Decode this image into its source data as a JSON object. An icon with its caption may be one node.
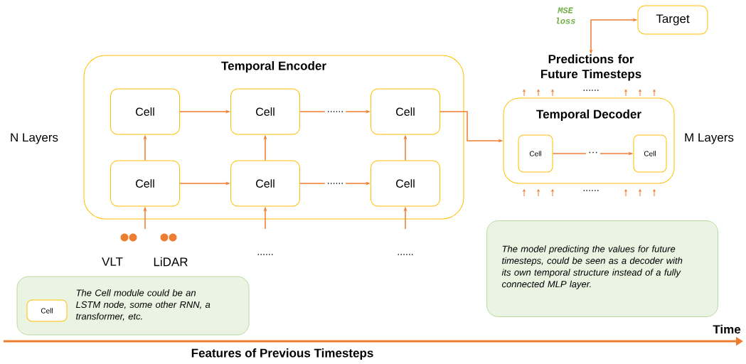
{
  "diagram": {
    "nodes": [
      {
        "text": [
          "Temporal Encoder"
        ]
      },
      {
        "text": [
          "Cell"
        ],
        "in": 0
      },
      {
        "text": [
          "Cell"
        ],
        "in": 0
      },
      {
        "text": [
          "Cell"
        ],
        "in": 0
      },
      {
        "text": [
          "Cell"
        ],
        "in": 0
      },
      {
        "text": [
          "Cell"
        ],
        "in": 0
      },
      {
        "text": [
          "Cell"
        ],
        "in": 0
      },
      {
        "text": [
          "Temporal Decoder"
        ]
      },
      {
        "text": [
          "Cell"
        ],
        "in": 7
      },
      {
        "text": [
          "Cell"
        ],
        "in": 7
      },
      {
        "text": [
          "Predictions for Future Timesteps"
        ]
      },
      {
        "text": [
          "Target"
        ]
      },
      {
        "text": [
          "The Cell module could be an LSTM node, some other RNN, a transformer, etc."
        ]
      },
      {
        "text": [
          "Cell"
        ],
        "in": 12
      },
      {
        "text": [
          "The model predicting the values for future timesteps, could be seen as a decoder with its own temporal structure instead of a fully connected MLP layer."
        ]
      }
    ],
    "edges": [
      {
        "from": 1,
        "to": 2,
        "arrow": "to"
      },
      {
        "from": 2,
        "to": 3,
        "arrow": "to",
        "label": "......"
      },
      {
        "from": 4,
        "to": 5,
        "arrow": "to"
      },
      {
        "from": 5,
        "to": 6,
        "arrow": "to",
        "label": "......"
      },
      {
        "from": 4,
        "to": 1,
        "arrow": "to"
      },
      {
        "from": 5,
        "to": 2,
        "arrow": "to"
      },
      {
        "from": 6,
        "to": 3,
        "arrow": "to"
      },
      {
        "from": 3,
        "to": 7,
        "arrow": "to"
      },
      {
        "from": 8,
        "to": 9,
        "arrow": "to",
        "label": "···"
      },
      {
        "from": null,
        "to": 4,
        "arrow": "to"
      },
      {
        "from": null,
        "to": 5,
        "arrow": "to"
      },
      {
        "from": null,
        "to": 6,
        "arrow": "to"
      },
      {
        "from": 10,
        "to": 11,
        "arrow": "both",
        "label": "MSE loss"
      },
      {
        "from": null,
        "to": 7,
        "arrow": "to"
      },
      {
        "from": null,
        "to": 7,
        "arrow": "to"
      },
      {
        "from": null,
        "to": 7,
        "arrow": "to"
      },
      {
        "from": null,
        "to": 7,
        "arrow": "to"
      },
      {
        "from": null,
        "to": 7,
        "arrow": "to"
      },
      {
        "from": null,
        "to": 7,
        "arrow": "to"
      }
    ],
    "labels": [
      "......",
      "N Layers",
      "M Layers",
      "......",
      "VLT",
      "LiDAR",
      "......",
      "......",
      "Time",
      "Features of Previous Timesteps"
    ]
  }
}
